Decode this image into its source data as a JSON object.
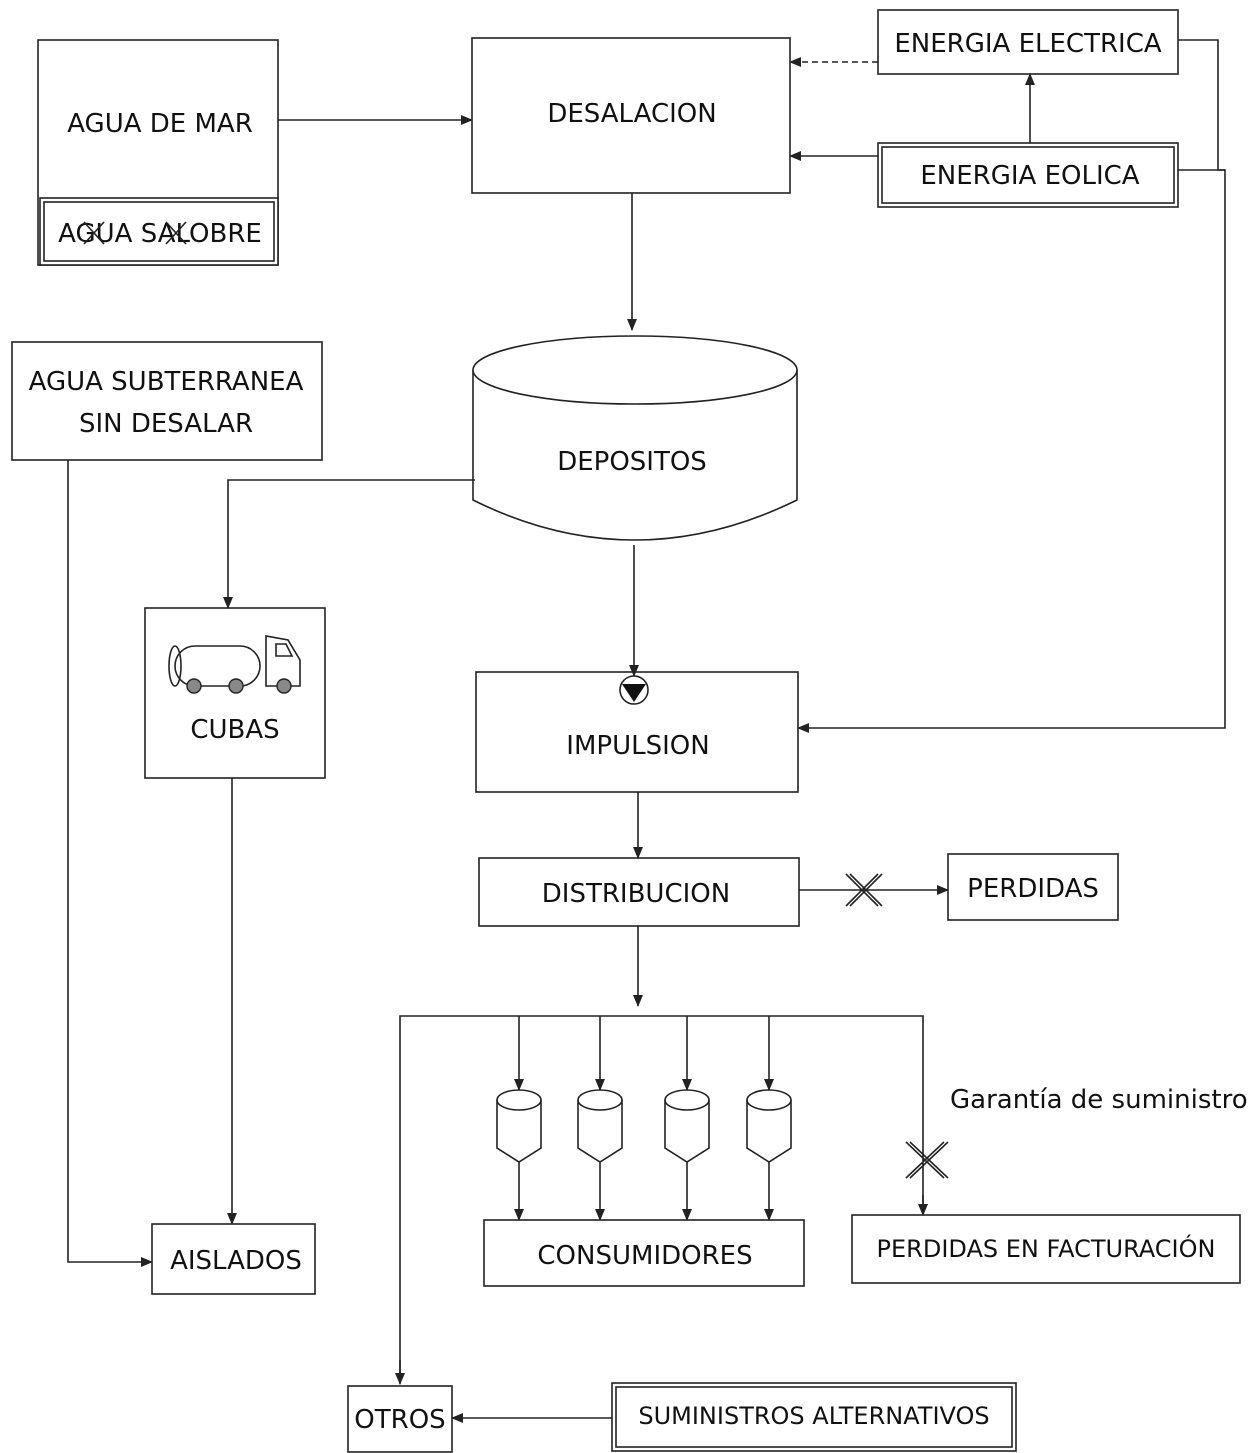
{
  "nodes": {
    "agua_de_mar": "AGUA DE MAR",
    "agua_salobre": "AGUA SALOBRE",
    "desalacion": "DESALACION",
    "energia_electrica": "ENERGIA ELECTRICA",
    "energia_eolica": "ENERGIA EOLICA",
    "agua_subterranea_l1": "AGUA SUBTERRANEA",
    "agua_subterranea_l2": "SIN DESALAR",
    "depositos": "DEPOSITOS",
    "cubas": "CUBAS",
    "impulsion": "IMPULSION",
    "distribucion": "DISTRIBUCION",
    "perdidas": "PERDIDAS",
    "garantia": "Garantía de suministro",
    "aislados": "AISLADOS",
    "consumidores": "CONSUMIDORES",
    "perdidas_facturacion": "PERDIDAS EN FACTURACIÓN",
    "otros": "OTROS",
    "suministros_alternativos": "SUMINISTROS ALTERNATIVOS"
  },
  "icons": {
    "truck": "tanker-truck-icon",
    "pump": "pump-icon",
    "tank": "storage-tank-icon",
    "cross": "cross-mark-icon"
  }
}
